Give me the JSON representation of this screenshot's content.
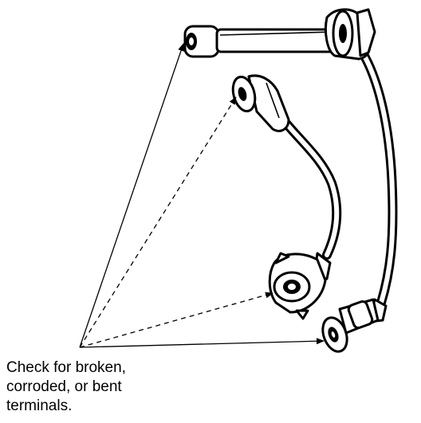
{
  "caption": {
    "lines": [
      "Check for broken,",
      "corroded, or bent",
      "terminals."
    ]
  },
  "illustration": {
    "subject": "ignition wire terminals",
    "parts": [
      "wire-a-coil-end",
      "wire-a-cable",
      "wire-a-plug-end",
      "wire-b-boot-end",
      "wire-b-cable",
      "wire-b-distributor-end"
    ]
  }
}
